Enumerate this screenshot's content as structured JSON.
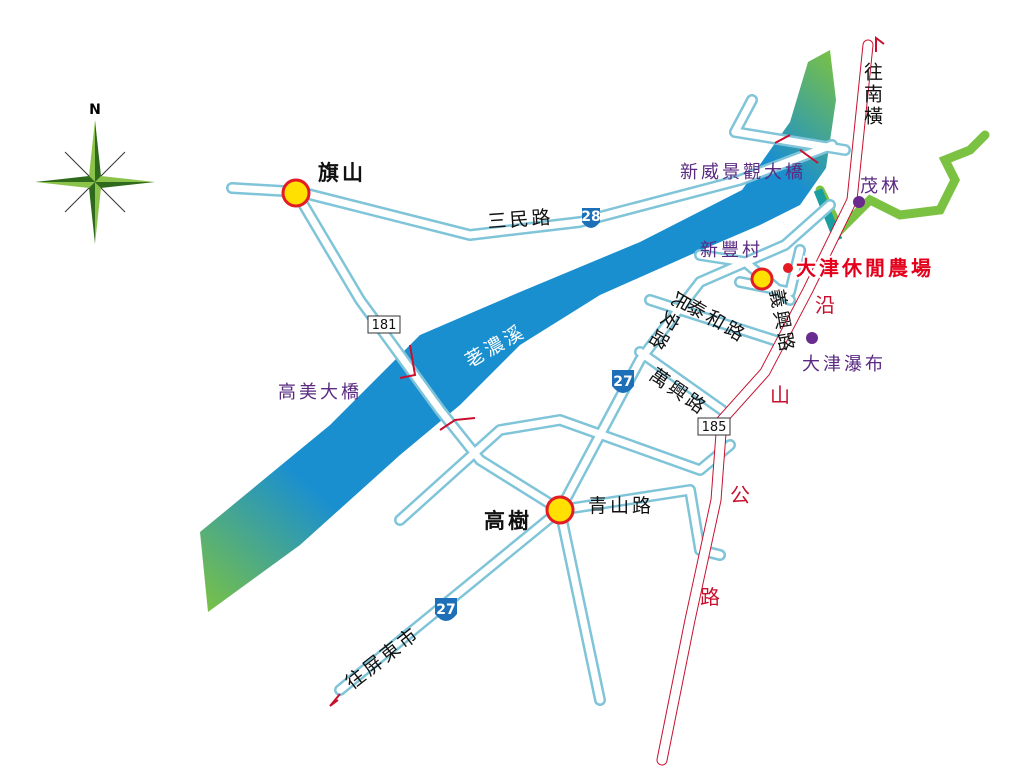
{
  "compass": {
    "north": "N"
  },
  "towns": {
    "qishan": "旗山",
    "gaoshu": "高樹",
    "xinfeng_village": "新豐村"
  },
  "roads": {
    "sanmin": "三民路",
    "qingshan": "青山路",
    "taihe": "泰和路",
    "minan": "民安路",
    "wanxing": "萬興路",
    "yixing": "義興路",
    "mountain_road_chars": [
      "沿",
      "山",
      "公",
      "路"
    ]
  },
  "route_numbers": {
    "r28": "28",
    "r27_north": "27",
    "r27_south": "27",
    "r181": "181",
    "r185": "185"
  },
  "river": "荖濃溪",
  "bridges": {
    "gaomei": "高美大橋",
    "xinwei": "新威景觀大橋"
  },
  "places": {
    "maolin": "茂林",
    "dajin_waterfall": "大津瀑布"
  },
  "highlight": {
    "farm": "大津休閒農場"
  },
  "directions": {
    "to_south_cross": "往南橫",
    "to_pingtung": "往屏東市"
  },
  "colors": {
    "river_blue": "#1a8fd0",
    "river_green": "#7cc242",
    "road_edge": "#7fc4d8",
    "mountain_road": "#c8102e",
    "label_purple": "#5a2a82",
    "town_marker": "#ffe000"
  }
}
